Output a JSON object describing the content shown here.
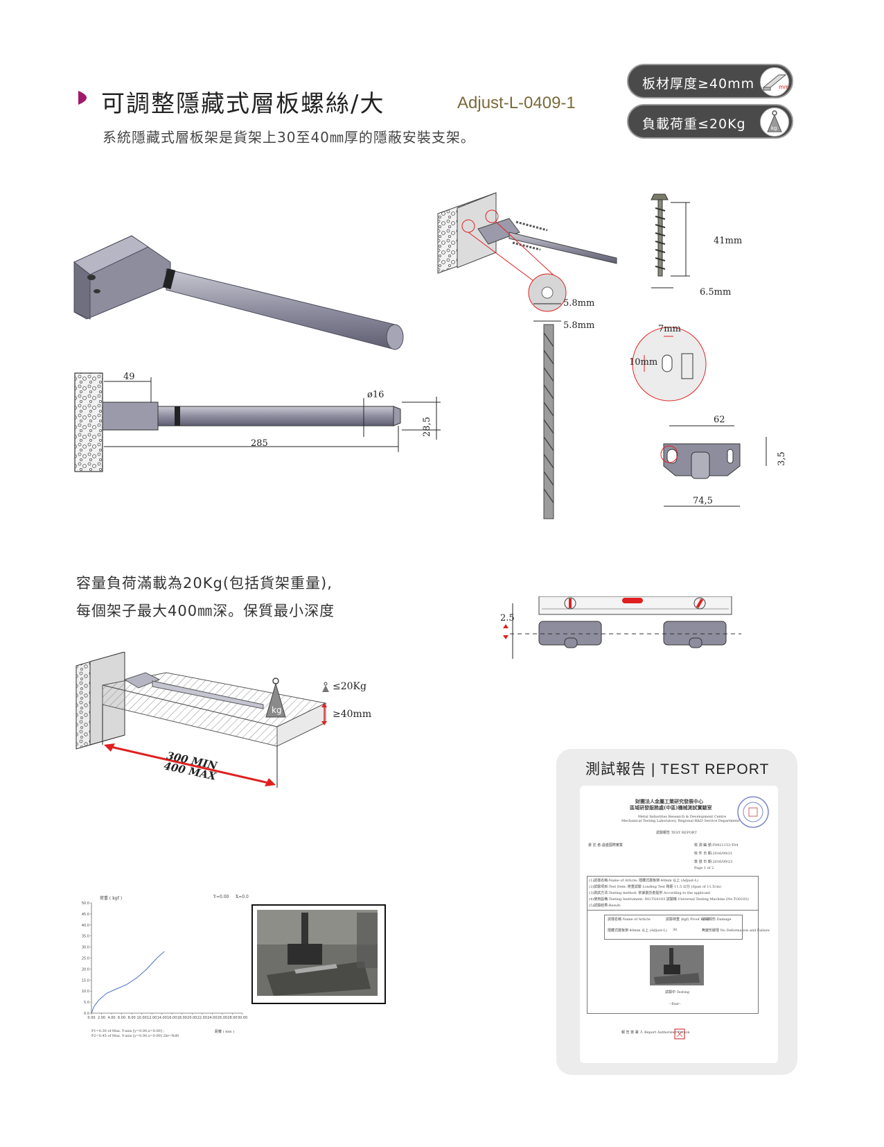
{
  "header": {
    "title": "可調整隱藏式層板螺絲/大",
    "model": "Adjust-L-0409-1",
    "subtitle": "系統隱藏式層板架是貨架上30至40㎜厚的隱蔽安裝支架。"
  },
  "badges": [
    {
      "label": "板材厚度≥40mm",
      "icon": "board-thickness-icon",
      "icon_text": "mm"
    },
    {
      "label": "負載荷重≤20Kg",
      "icon": "weight-icon",
      "icon_text": "kg"
    }
  ],
  "colors": {
    "accent": "#a0196a",
    "dimension_red": "#e02020",
    "badge_bg": "#4a4a4a"
  },
  "dimensions": {
    "depth_49": "49",
    "dia": "ø16",
    "len_285": "285",
    "h_28_5": "28,5",
    "hole_5_8_a": "5.8mm",
    "hole_5_8_b": "5.8mm",
    "screw_41": "41mm",
    "screw_6_5": "6.5mm",
    "slot_w": "7mm",
    "slot_h": "10mm",
    "plate_62": "62",
    "plate_3_5": "3,5",
    "plate_74_5": "74,5",
    "level_2_5": "2.5"
  },
  "capacity_text": {
    "line1": "容量負荷滿載為20Kg(包括貨架重量),",
    "line2": "每個架子最大400㎜深。保質最小深度"
  },
  "load_diagram": {
    "weight_label": "≤20Kg",
    "thickness_label": "≥40mm",
    "min_label": "300 MIN",
    "max_label": "400 MAX",
    "kg_label": "kg"
  },
  "chart_data": {
    "type": "line",
    "title": "荷重 ( kgf )",
    "xlabel": "距離 ( mm )",
    "ylabel": "荷重 ( kgf )",
    "xlim": [
      0,
      30
    ],
    "ylim": [
      0,
      50
    ],
    "x_ticks": [
      "0.00",
      "2.00",
      "4.00",
      "6.00",
      "8.00",
      "10.00",
      "12.00",
      "14.00",
      "16.00",
      "18.00",
      "20.00",
      "22.00",
      "24.00",
      "26.00",
      "28.00",
      "30.00"
    ],
    "y_ticks": [
      "0.0",
      "5.0",
      "10.0",
      "15.0",
      "20.0",
      "25.0",
      "30.0",
      "35.0",
      "40.0",
      "45.0",
      "50.0"
    ],
    "header_y": "Y=0.00",
    "header_x": "X=0.0",
    "footnote1": "P1=0.30 of Max. Y-axis [y=0.00,x=0.00] ;",
    "footnote2": "P2=0.45 of Max. Y-axis [y=0.00,x=0.00] 2kl=Nd0",
    "series": [
      {
        "x": [
          0,
          0.5,
          1.5,
          3,
          5,
          7,
          9,
          11,
          13,
          14.5
        ],
        "y": [
          0,
          3,
          6,
          9,
          11,
          13,
          16,
          20,
          25,
          28
        ]
      }
    ]
  },
  "report": {
    "heading": "測試報告 | TEST REPORT",
    "org_cn": "財團法人金屬工業研究發展中心",
    "org_cn2": "區域研發服務處(中區)機械測試實驗室",
    "org_en": "Metal Industries Research & Development Centre",
    "org_en2": "Mechanical Testing Laboratory, Regional R&D Service Department",
    "report_title": "試驗報告 TEST REPORT",
    "applicant": "委 託 者:昌盛國際實業",
    "app_no": "檢 測 編 號:F0921153-T04",
    "received": "收 件 日 期:2016/09/21",
    "issued": "簽 發 日 期:2016/09/23",
    "page": "Page 1 of 2",
    "item1": "(1)試樣名稱:Name of Article: 隱藏式層板架-40mm 以上 (Adjust-L)",
    "item2": "(2)試驗項目:Test Item: 荷重試驗 Loading Test 跨距 11.5 公分 (Span of 11.5cm)",
    "item3": "(3)測試方法:Testing method: 依據委託者提供 According to the applicant",
    "item4": "(4)使用設備:Testing Instrument: NO.TG0103 試驗機 Universal Testing Machine (No.TG0103)",
    "item5": "(5)試驗結果:Result:",
    "table_h1": "試樣名稱 Name of Article",
    "table_h2": "試驗荷重 (kgf) Proof Load",
    "table_h3": "破壞情形 Damage",
    "table_c1": "隱藏式層板架-40mm 以上 (Adjust-L)",
    "table_c2": "30",
    "table_c3": "無變形破壞 No Deformation and Failure",
    "photo_caption": "試驗中 Testing",
    "end": "--End--",
    "signer": "報 告 簽 署 人 Report Authorized Person"
  }
}
